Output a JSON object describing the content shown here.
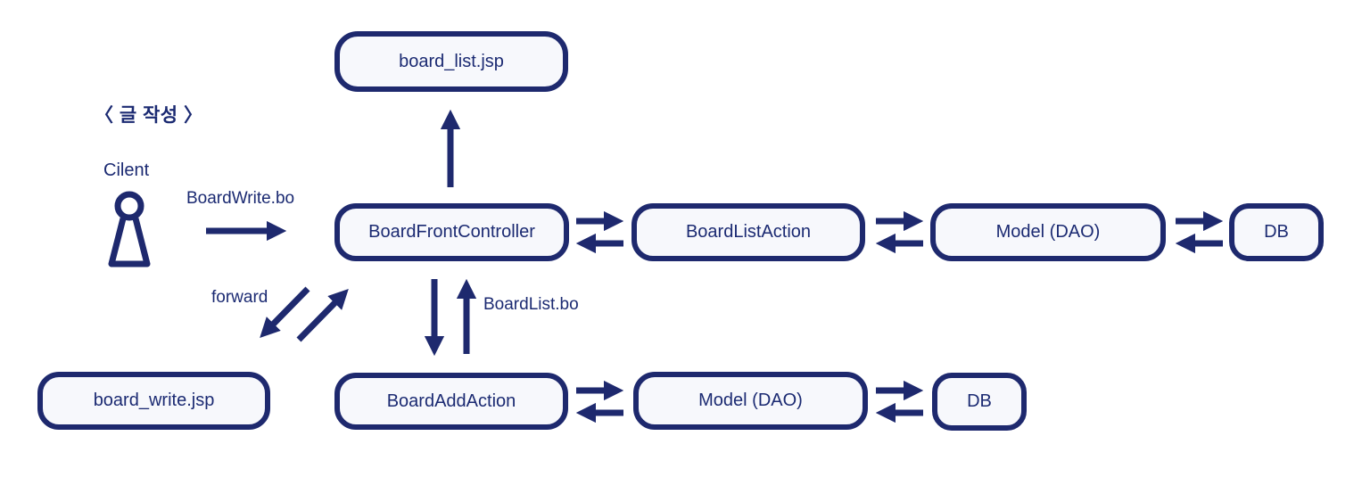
{
  "colors": {
    "ink": "#1e296e",
    "box_fill": "#f7f8fc",
    "text": "#1b2a72",
    "background": "#ffffff"
  },
  "title": "〈 글 작성 〉",
  "client": {
    "label": "Cilent"
  },
  "boxes": {
    "board_list_jsp": "board_list.jsp",
    "board_front_controller": "BoardFrontController",
    "board_list_action": "BoardListAction",
    "model_dao_top": "Model (DAO)",
    "db_top": "DB",
    "board_write_jsp": "board_write.jsp",
    "board_add_action": "BoardAddAction",
    "model_dao_bottom": "Model (DAO)",
    "db_bottom": "DB"
  },
  "edge_labels": {
    "request": "BoardWrite.bo",
    "forward": "forward",
    "redirect": "BoardList.bo"
  }
}
